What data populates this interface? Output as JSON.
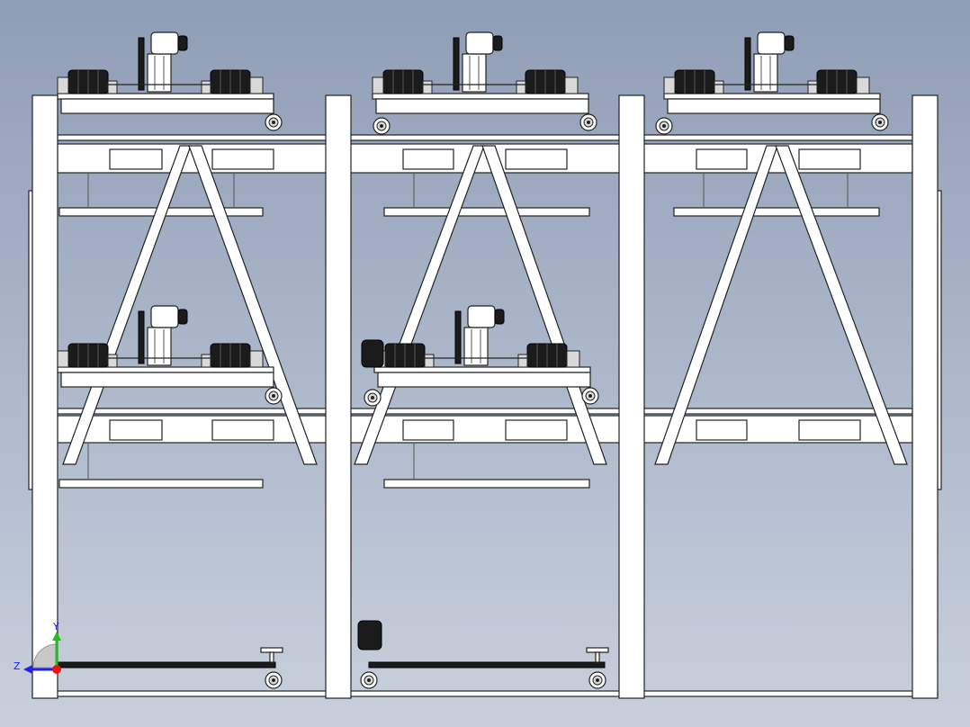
{
  "axes": {
    "y_label": "Y",
    "z_label": "Z",
    "colors": {
      "y": "#22bb22",
      "z": "#2222ee",
      "origin": "#ee1111"
    }
  },
  "structure": {
    "columns": 4,
    "bays": 3,
    "levels": 3
  },
  "colors": {
    "background_top": "#8f9db6",
    "background_bottom": "#c9d0dc",
    "line": "#222222",
    "fill": "#ffffff",
    "motor": "#1b1b1b"
  }
}
